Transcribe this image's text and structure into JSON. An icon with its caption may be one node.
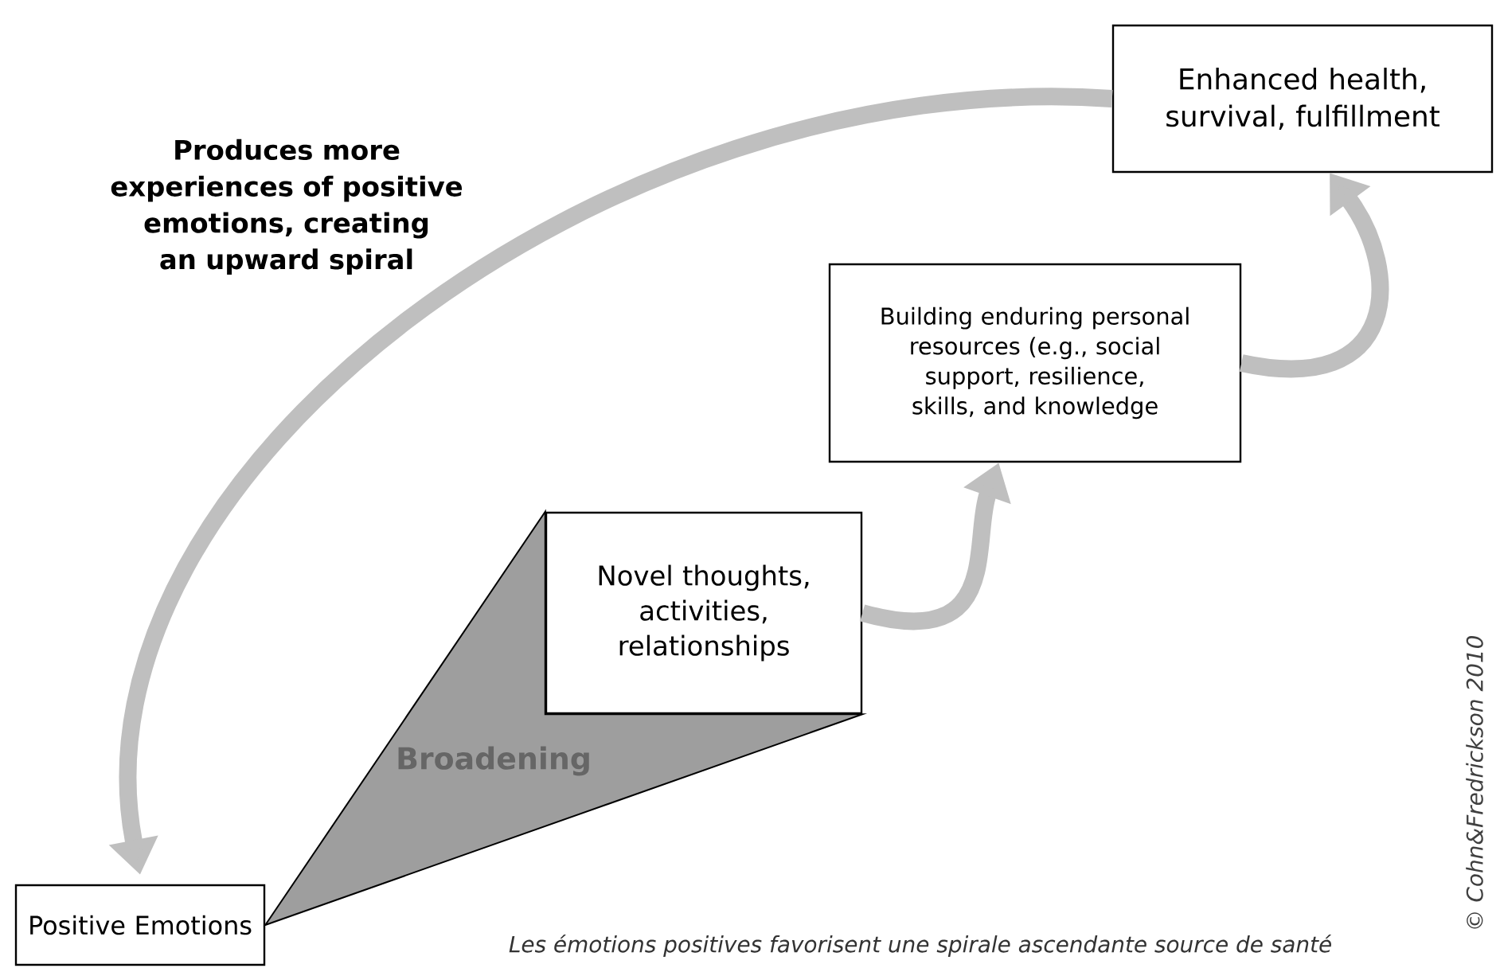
{
  "diagram": {
    "caption": "Les émotions positives favorisent une spirale ascendante source de santé",
    "nodes": [
      {
        "text": [
          "Enhanced health, survival, fulfillment"
        ]
      },
      {
        "text": [
          "Building enduring personal resources (e.g., social support, resilience, skills, and knowledge"
        ]
      },
      {
        "text": [
          "Novel thoughts, activities, relationships"
        ]
      },
      {
        "text": [
          "Positive Emotions"
        ]
      }
    ],
    "edges": [
      {
        "from": 0,
        "to": 3,
        "arrow": "to",
        "label": "Produces more experiences of positive emotions, creating an upward spiral"
      },
      {
        "from": 3,
        "to": 2,
        "arrow": "none",
        "label": "Broadening"
      },
      {
        "from": 2,
        "to": 1,
        "arrow": "to"
      },
      {
        "from": 1,
        "to": 0,
        "arrow": "to"
      }
    ],
    "labels": [
      "© Cohn&Fredrickson 2010"
    ]
  }
}
